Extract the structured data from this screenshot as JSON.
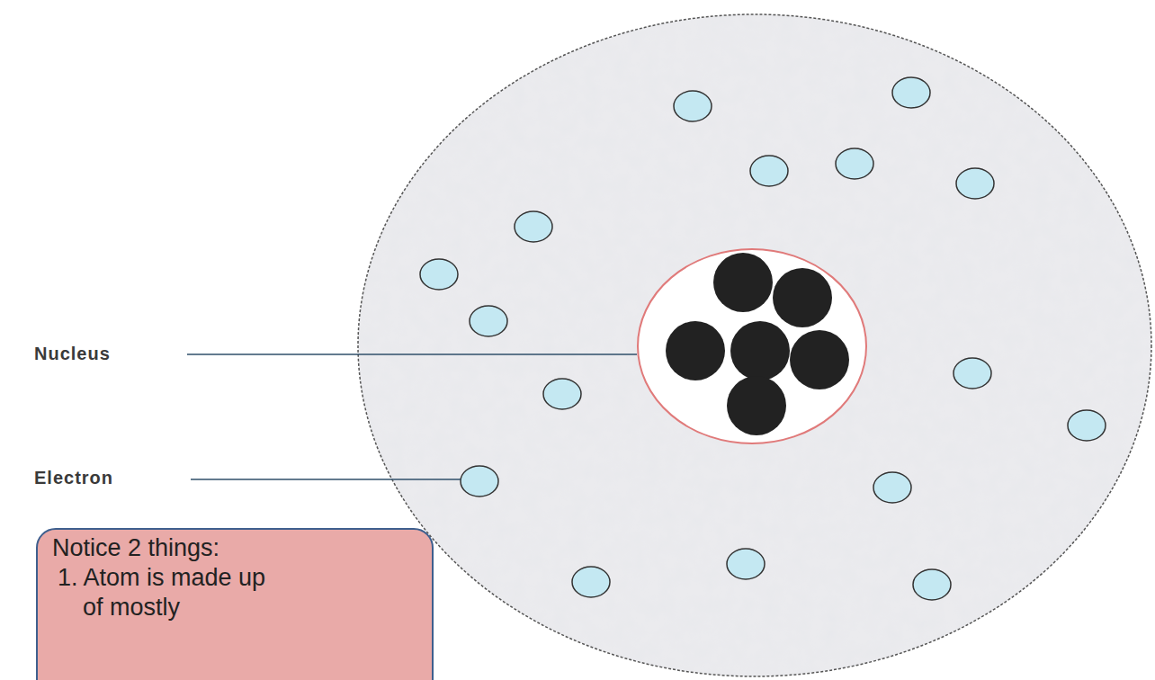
{
  "diagram": {
    "nodes": [
      {
        "text": [
          "Notice 2 things:",
          "1. Atom is made up of mostly"
        ]
      }
    ],
    "edges": [],
    "labels": [
      "Nucleus",
      "Electron"
    ]
  }
}
